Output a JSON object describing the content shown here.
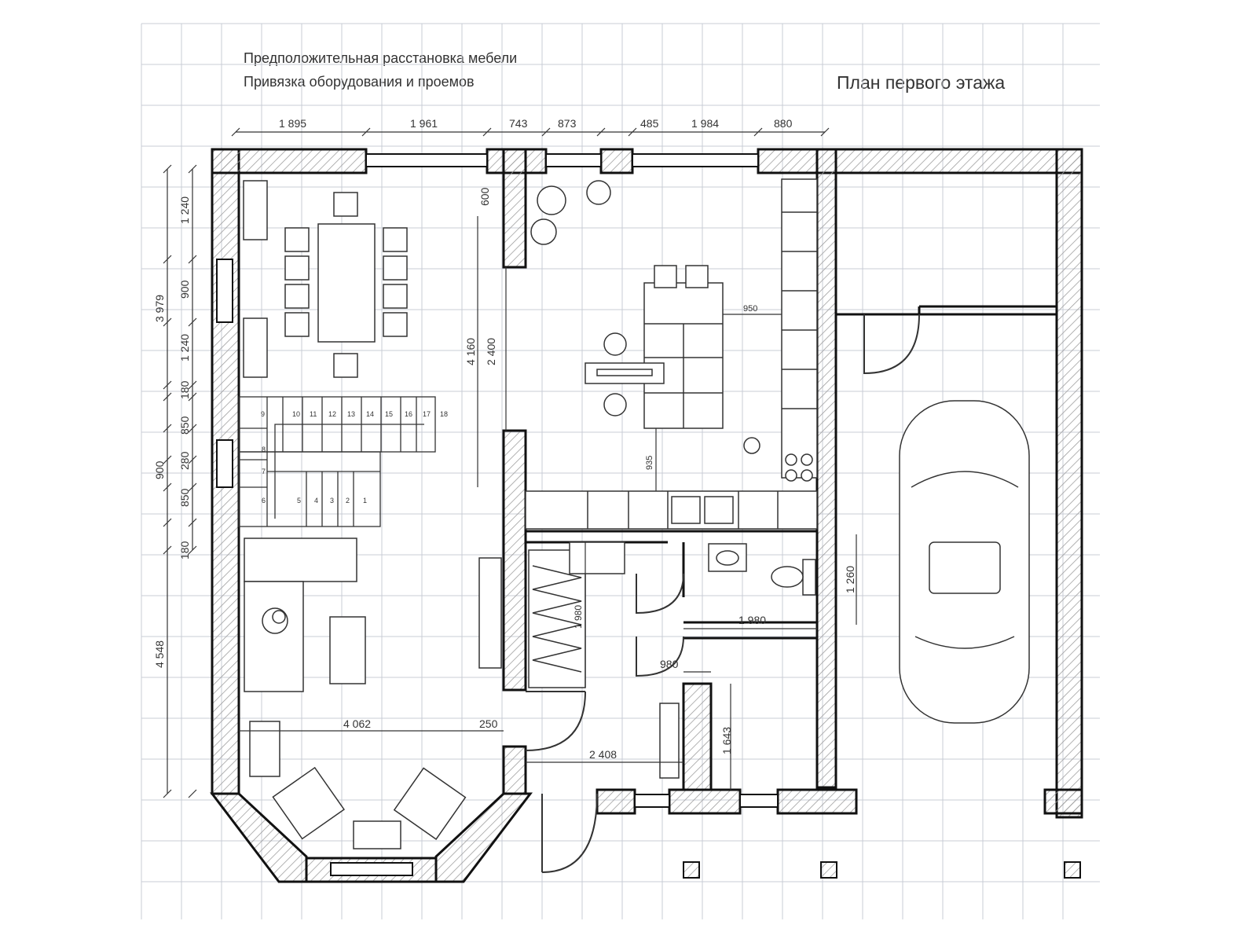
{
  "notes": {
    "line1": "Предположительная расстановка мебели",
    "line2": "Привязка оборудования и проемов",
    "title": "План первого этажа"
  },
  "colors": {
    "grid": "#c9ccd6",
    "wall": "#111111",
    "hatch": "#9a9a9a",
    "line": "#333333"
  },
  "dimensions": {
    "top": [
      "1 895",
      "1 961",
      "743",
      "873",
      "485",
      "1 984",
      "880"
    ],
    "left_outer": [
      "3 979",
      "900",
      "4 548"
    ],
    "left_inner": [
      "1 240",
      "900",
      "1 240",
      "180",
      "850",
      "280",
      "850",
      "180"
    ],
    "interior": {
      "d600": "600",
      "d4160": "4 160",
      "d2400": "2 400",
      "d950": "950",
      "d935": "935",
      "d1980v": "1 980",
      "d1980h": "1 980",
      "d980": "980",
      "d1643": "1 643",
      "d4062": "4 062",
      "d250": "250",
      "d2408": "2 408",
      "d1260": "1 260"
    }
  },
  "stairs": {
    "upper_steps": [
      "9",
      "10",
      "11",
      "12",
      "13",
      "14",
      "15",
      "16",
      "17",
      "18"
    ],
    "side_steps": [
      "8",
      "7",
      "6"
    ],
    "lower_steps": [
      "5",
      "4",
      "3",
      "2",
      "1"
    ]
  }
}
